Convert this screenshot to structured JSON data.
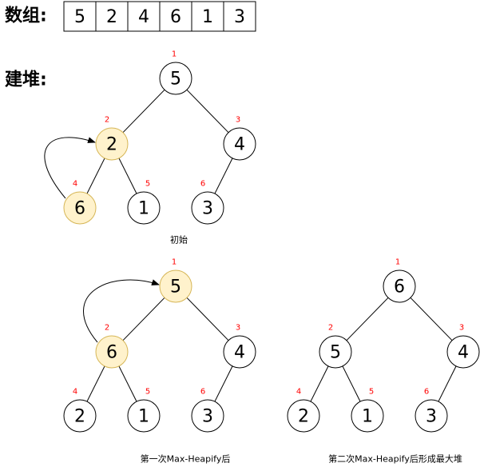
{
  "array_label": "数组:",
  "array": [
    "5",
    "2",
    "4",
    "6",
    "1",
    "3"
  ],
  "build_label": "建堆:",
  "trees": [
    {
      "caption": "初始",
      "nodes": [
        {
          "index": "1",
          "value": "5",
          "highlight": false
        },
        {
          "index": "2",
          "value": "2",
          "highlight": true
        },
        {
          "index": "3",
          "value": "4",
          "highlight": false
        },
        {
          "index": "4",
          "value": "6",
          "highlight": true
        },
        {
          "index": "5",
          "value": "1",
          "highlight": false
        },
        {
          "index": "6",
          "value": "3",
          "highlight": false
        }
      ],
      "swap": [
        "4",
        "2"
      ]
    },
    {
      "caption": "第一次Max-Heapify后",
      "nodes": [
        {
          "index": "1",
          "value": "5",
          "highlight": true
        },
        {
          "index": "2",
          "value": "6",
          "highlight": true
        },
        {
          "index": "3",
          "value": "4",
          "highlight": false
        },
        {
          "index": "4",
          "value": "2",
          "highlight": false
        },
        {
          "index": "5",
          "value": "1",
          "highlight": false
        },
        {
          "index": "6",
          "value": "3",
          "highlight": false
        }
      ],
      "swap": [
        "2",
        "1"
      ]
    },
    {
      "caption": "第二次Max-Heapify后形成最大堆",
      "nodes": [
        {
          "index": "1",
          "value": "6",
          "highlight": false
        },
        {
          "index": "2",
          "value": "5",
          "highlight": false
        },
        {
          "index": "3",
          "value": "4",
          "highlight": false
        },
        {
          "index": "4",
          "value": "2",
          "highlight": false
        },
        {
          "index": "5",
          "value": "1",
          "highlight": false
        },
        {
          "index": "6",
          "value": "3",
          "highlight": false
        }
      ],
      "swap": []
    }
  ],
  "colors": {
    "highlight_fill": "#fff2cc",
    "highlight_stroke": "#d6b656",
    "index_label": "#ff0000"
  }
}
